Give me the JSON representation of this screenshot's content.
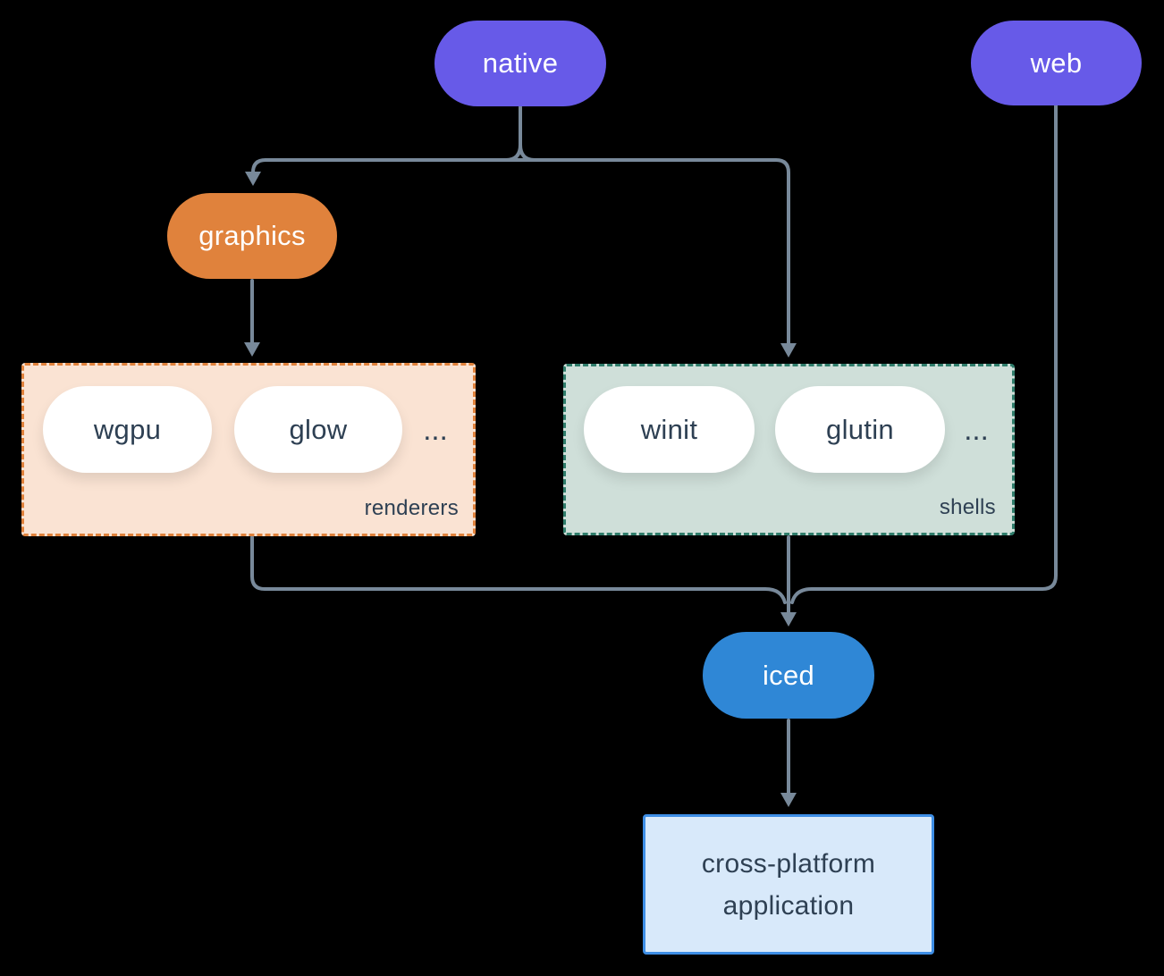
{
  "colors": {
    "background": "#000000",
    "edge": "#78899a",
    "node_purple": "#675ae8",
    "node_orange": "#e0823c",
    "node_blue": "#2f87d6",
    "renderers_fill": "#fae3d3",
    "renderers_border": "#e0823c",
    "shells_fill": "#cfdfd9",
    "shells_border": "#2f7d6b",
    "app_fill": "#d8e9fa",
    "app_border": "#3e8ee5",
    "dark_text": "#2e4053",
    "pill_text_light": "#ffffff",
    "inner_pill_fill": "#ffffff"
  },
  "diagram": {
    "nodes": {
      "native": {
        "label": "native"
      },
      "web": {
        "label": "web"
      },
      "graphics": {
        "label": "graphics"
      },
      "iced": {
        "label": "iced"
      },
      "app": {
        "label": "cross-platform application"
      }
    },
    "groups": {
      "renderers": {
        "label": "renderers",
        "items": [
          "wgpu",
          "glow"
        ],
        "more": "..."
      },
      "shells": {
        "label": "shells",
        "items": [
          "winit",
          "glutin"
        ],
        "more": "..."
      }
    },
    "edges": [
      {
        "from": "native",
        "to": "graphics"
      },
      {
        "from": "native",
        "to": "shells"
      },
      {
        "from": "graphics",
        "to": "renderers"
      },
      {
        "from": "renderers",
        "to": "iced"
      },
      {
        "from": "shells",
        "to": "iced"
      },
      {
        "from": "web",
        "to": "iced"
      },
      {
        "from": "iced",
        "to": "app"
      }
    ]
  }
}
